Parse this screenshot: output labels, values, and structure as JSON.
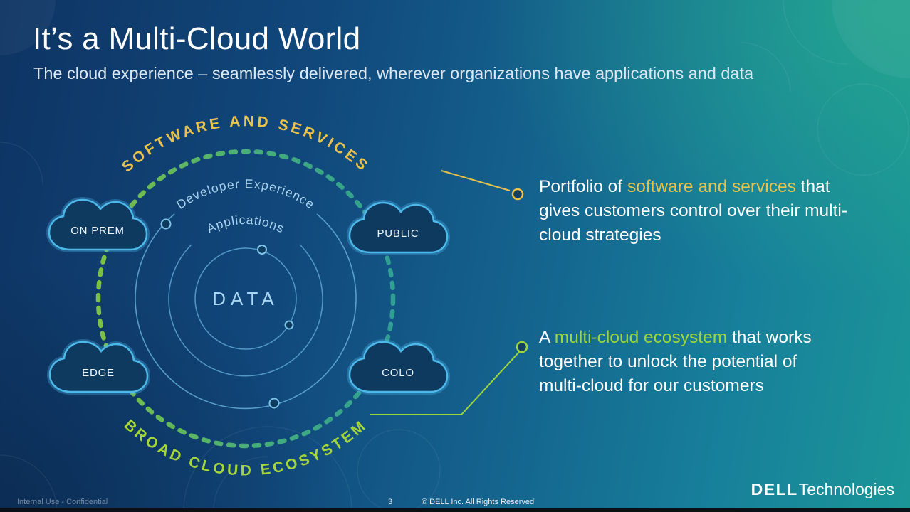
{
  "slide": {
    "title": "It’s a Multi-Cloud World",
    "subtitle": "The cloud experience – seamlessly delivered, wherever organizations have applications and data"
  },
  "diagram": {
    "center_label": "DATA",
    "ring_inner": "Applications",
    "ring_outer": "Developer Experience",
    "arc_top": "SOFTWARE AND SERVICES",
    "arc_bottom": "BROAD CLOUD ECOSYSTEM",
    "clouds": [
      {
        "label": "ON PREM",
        "position": "top-left"
      },
      {
        "label": "PUBLIC",
        "position": "top-right"
      },
      {
        "label": "EDGE",
        "position": "bottom-left"
      },
      {
        "label": "COLO",
        "position": "bottom-right"
      }
    ]
  },
  "callouts": [
    {
      "pre": "Portfolio of ",
      "highlight": "software and services",
      "post": " that gives customers control over their multi-cloud strategies",
      "accent": "#e9c24b"
    },
    {
      "pre": "A ",
      "highlight": "multi-cloud ecosystem",
      "post": " that works together to unlock the potential of multi-cloud for our customers",
      "accent": "#9ed63a"
    }
  ],
  "footer": {
    "classification": "Internal Use - Confidential",
    "page_number": "3",
    "copyright": "© DELL Inc. All Rights Reserved",
    "brand_dell": "DELL",
    "brand_technologies": "Technologies"
  },
  "colors": {
    "accent_yellow": "#e9c24b",
    "accent_green": "#9ed63a",
    "ring_blue": "#64aed9",
    "cloud_stroke": "#4db9ea",
    "cloud_fill": "#0e3a5f",
    "background_left": "#0e3463",
    "background_right": "#1b9697",
    "data_label_blue": "#a9d6f2"
  }
}
